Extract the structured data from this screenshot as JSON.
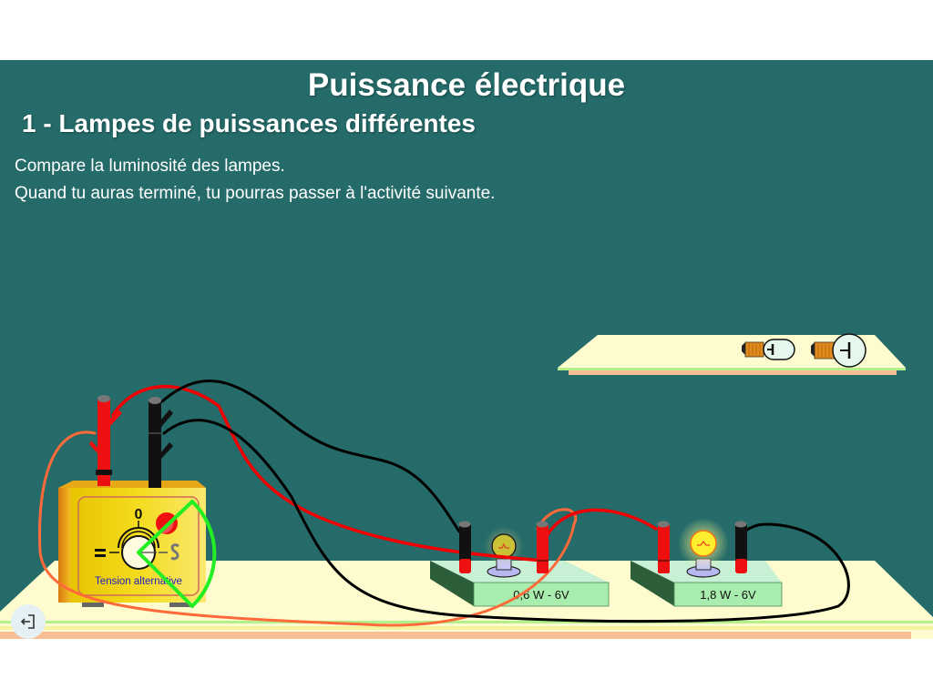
{
  "header": {
    "title": "Puissance électrique",
    "subtitle": "1 - Lampes de puissances différentes"
  },
  "instructions": [
    "Compare la luminosité des lampes.",
    "Quand tu auras terminé, tu pourras passer à l'activité suivante."
  ],
  "generator": {
    "dial_zero": "0",
    "dc_symbol": "=",
    "ac_symbol": "~",
    "mode_label": "Tension alternative",
    "selected_mode": "alternative"
  },
  "lamps": [
    {
      "label": "0,6 W - 6V",
      "brightness": "dim"
    },
    {
      "label": "1,8 W - 6V",
      "brightness": "bright"
    }
  ],
  "shelf": {
    "spare_bulbs": [
      "small-bulb",
      "large-bulb"
    ]
  },
  "controls": {
    "exit_icon": "exit-icon"
  },
  "colors": {
    "background": "#246b69",
    "table": "#fefccf",
    "wire_red": "#f00000",
    "wire_black": "#000000",
    "wire_orange": "#ff6a3a",
    "highlight": "#22ee22"
  }
}
